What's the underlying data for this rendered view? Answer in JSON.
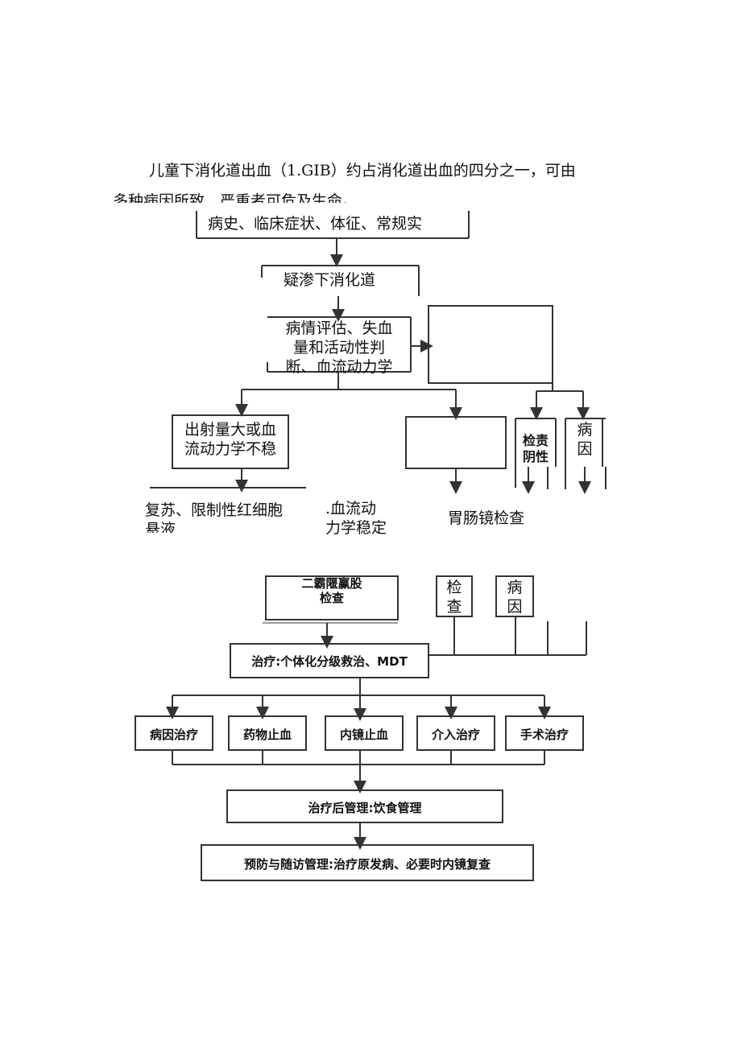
{
  "intro": {
    "line1": "儿童下消化道出血（1.GIB）约占消化道出血的四分之一，可由",
    "line2": "多种病因所致，严重者可危及生命。"
  },
  "top": {
    "history": "病史、临床症状、体征、常规实",
    "suspect": "疑渗下消化道",
    "assess_line1": "病情评估、失血",
    "assess_line2": "量和活动性判",
    "assess_line3": "断、血流动力学",
    "unstable_line1": "出射量大或血",
    "unstable_line2": "流动力学不稳",
    "small_a_line1": "检责",
    "small_a_line2": "阴性",
    "small_b_line1": "病",
    "small_b_line2": "因",
    "resus_line1": "复苏、限制性红细胞",
    "resus_line2": "悬液",
    "stable_line1": ".血流动",
    "stable_line2": "力学稳定",
    "endoscopy": "胃肠镜检查"
  },
  "bottom": {
    "garbled_line1": "二霸隁赢股",
    "garbled_line2": "检查",
    "check_line1": "检",
    "check_line2": "查",
    "cause_line1": "病",
    "cause_line2": "因",
    "treatment": "治疗:个体化分级救治、MDT",
    "branches": [
      "病因治疗",
      "药物止血",
      "内镜止血",
      "介入治疗",
      "手术治疗"
    ],
    "post": "治疗后管理:饮食管理",
    "prevention": "预防与随访管理:治疗原发病、必要时内镜复查"
  }
}
